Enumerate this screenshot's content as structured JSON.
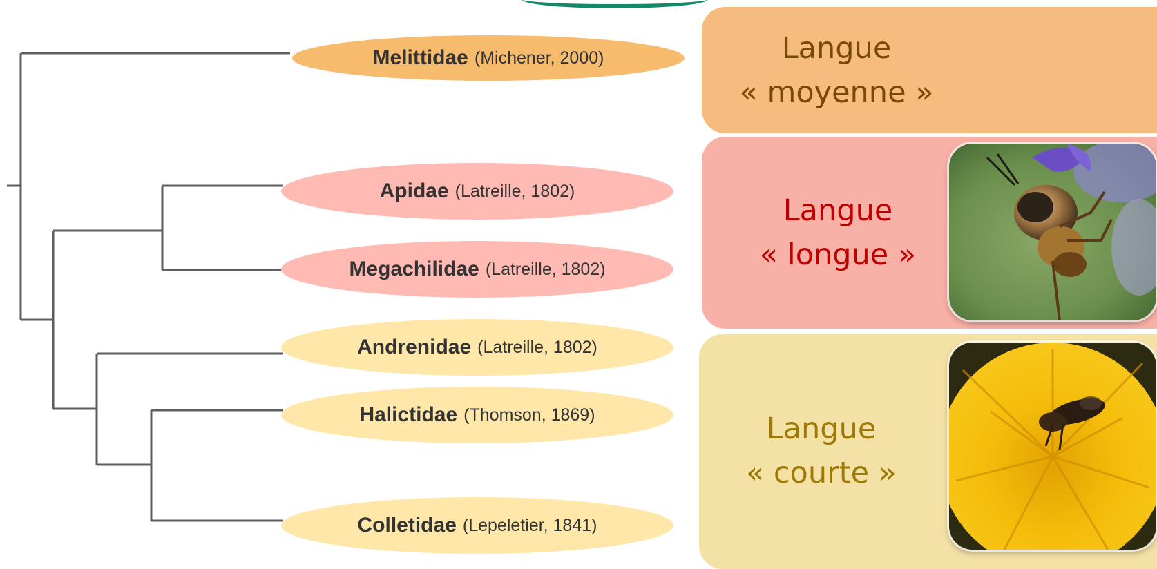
{
  "families": [
    {
      "name": "Melittidae",
      "authority": "(Michener, 2000)",
      "color": "#f7bb6e"
    },
    {
      "name": "Apidae",
      "authority": "(Latreille, 1802)",
      "color": "#ffbbb3"
    },
    {
      "name": "Megachilidae",
      "authority": "(Latreille, 1802)",
      "color": "#ffbbb3"
    },
    {
      "name": "Andrenidae",
      "authority": "(Latreille, 1802)",
      "color": "#fee7a8"
    },
    {
      "name": "Halictidae",
      "authority": "(Thomson, 1869)",
      "color": "#fee7a8"
    },
    {
      "name": "Colletidae",
      "authority": "(Lepeletier, 1841)",
      "color": "#fee7a8"
    }
  ],
  "tongue_groups": [
    {
      "line1": "Langue",
      "line2": "« moyenne »",
      "bg": "#f6bc7e",
      "text_color": "#7a4a05"
    },
    {
      "line1": "Langue",
      "line2": "« longue »",
      "bg": "#f7b1a7",
      "text_color": "#c00000"
    },
    {
      "line1": "Langue",
      "line2": "« courte »",
      "bg": "#f4e1a6",
      "text_color": "#9d7a05"
    }
  ],
  "colors": {
    "tree_line": "#5e5e5e",
    "accent_arc": "#12896a"
  }
}
